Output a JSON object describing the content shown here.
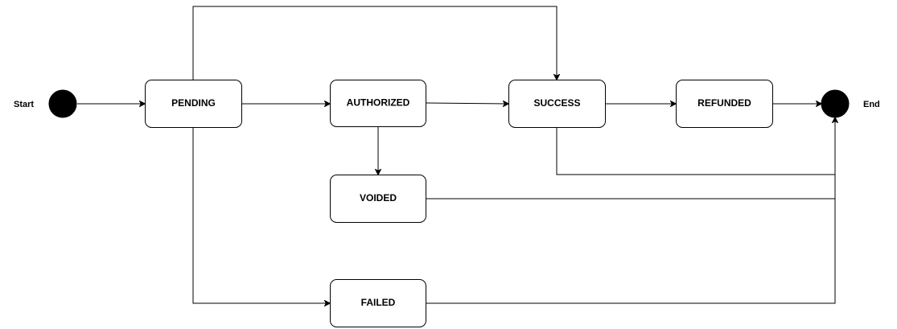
{
  "diagram": {
    "start_label": "Start",
    "end_label": "End",
    "states": {
      "pending": "PENDING",
      "authorized": "AUTHORIZED",
      "success": "SUCCESS",
      "refunded": "REFUNDED",
      "voided": "VOIDED",
      "failed": "FAILED"
    },
    "transitions": [
      {
        "from": "Start",
        "to": "PENDING"
      },
      {
        "from": "PENDING",
        "to": "AUTHORIZED"
      },
      {
        "from": "PENDING",
        "to": "SUCCESS"
      },
      {
        "from": "PENDING",
        "to": "FAILED"
      },
      {
        "from": "AUTHORIZED",
        "to": "SUCCESS"
      },
      {
        "from": "AUTHORIZED",
        "to": "VOIDED"
      },
      {
        "from": "SUCCESS",
        "to": "REFUNDED"
      },
      {
        "from": "SUCCESS",
        "to": "End"
      },
      {
        "from": "REFUNDED",
        "to": "End"
      },
      {
        "from": "VOIDED",
        "to": "End"
      },
      {
        "from": "FAILED",
        "to": "End"
      }
    ]
  }
}
